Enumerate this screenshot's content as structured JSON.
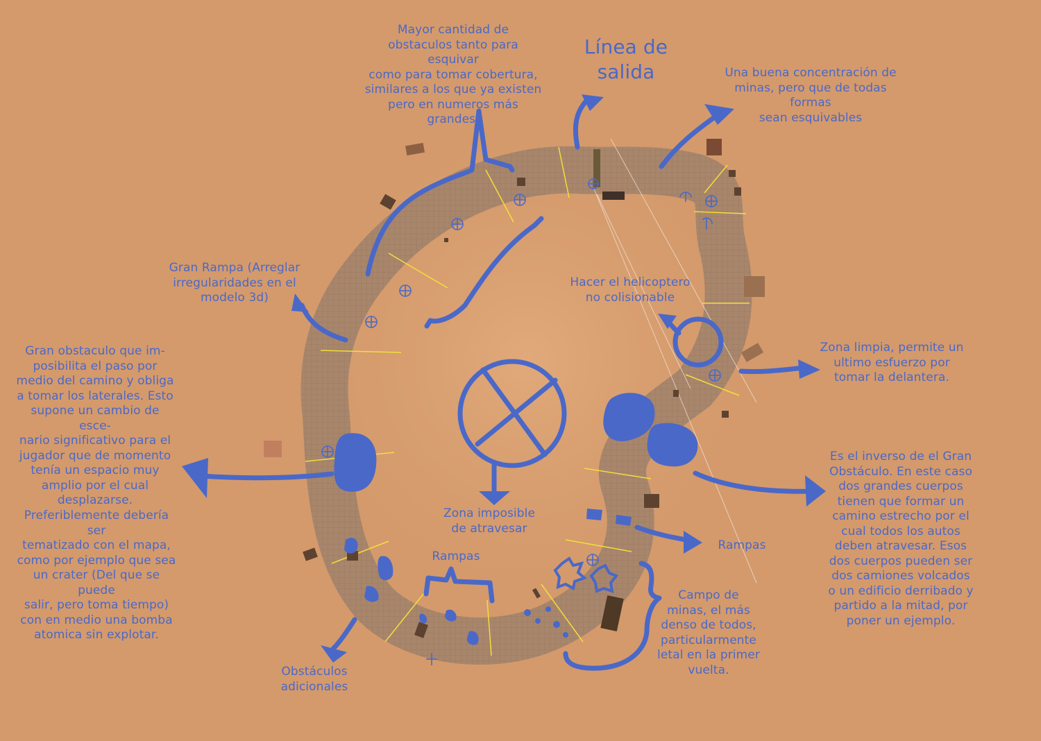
{
  "annotations": {
    "obstacles_top": "Mayor cantidad de\nobstaculos tanto para esquivar\ncomo para tomar cobertura,\nsimilares a los que ya existen\npero en numeros más grandes.",
    "start_line": "Línea de\nsalida",
    "mines_top": "Una buena concentración de\nminas, pero que de todas formas\nsean esquivables",
    "big_ramp": "Gran Rampa (Arreglar\nirregularidades en el\nmodelo 3d)",
    "helicopter": "Hacer el helicoptero\nno colisionable",
    "big_obstacle": "Gran obstaculo que im-\nposibilita el paso por\nmedio del camino y obliga\na tomar los laterales. Esto\nsupone un cambio de esce-\nnario significativo para el\njugador que de momento\ntenía un espacio muy\namplio por el cual\ndesplazarse.",
    "crater": "Preferiblemente debería ser\ntematizado con el mapa,\ncomo por ejemplo que sea\nun crater (Del que se puede\nsalir, pero toma tiempo)\ncon en medio una bomba\natomica sin explotar.",
    "clean_zone": "Zona limpia, permite un\nultimo esfuerzo por\ntomar la delantera.",
    "inverse": "Es el inverso de el Gran\nObstáculo. En este caso\ndos grandes cuerpos\ntienen que formar un\ncamino estrecho por el\ncual todos los autos\ndeben atravesar. Esos\ndos cuerpos pueden ser\ndos camiones volcados\no un edificio derribado y\npartido a la mitad, por\nponer un ejemplo.",
    "impassable": "Zona imposible\nde atravesar",
    "ramps_left": "Rampas",
    "ramps_right": "Rampas",
    "minefield": "Campo de\nminas, el más\ndenso de todos,\nparticularmente\nletal en la primer\nvuelta.",
    "extra_obstacles": "Obstáculos\nadicionales"
  },
  "colors": {
    "background": "#d49a6c",
    "track": "#a8856a",
    "ink": "#4a68c8",
    "checkpoint_line": "#f2df3a"
  }
}
